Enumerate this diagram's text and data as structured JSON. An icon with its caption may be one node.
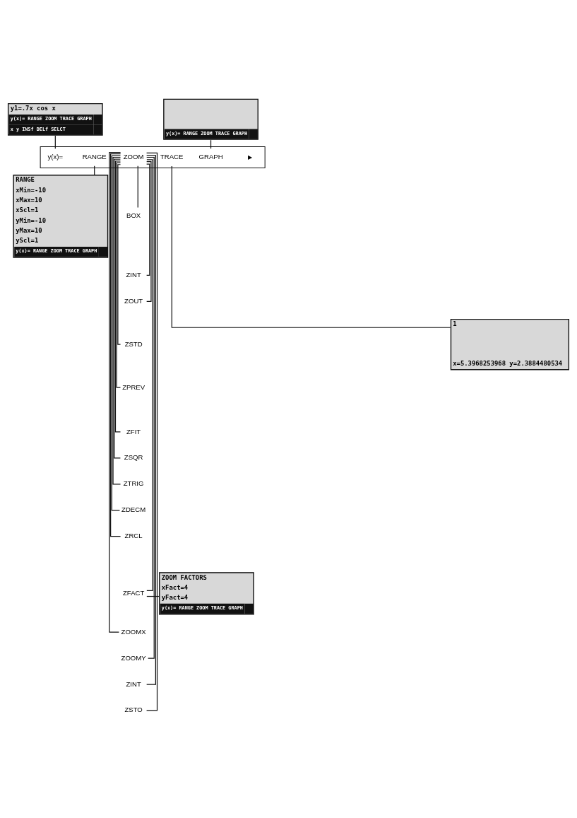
{
  "diagram": {
    "nodes": [
      {
        "text": [
          "y(x)= RANGE ZOOM TRACE GRAPH"
        ]
      },
      {
        "text": [
          "y1=.7x cos x",
          "y(x)= RANGE ZOOM TRACE GRAPH",
          "x y INSf DELf SELCT"
        ]
      },
      {
        "text": [],
        "shape": "box"
      },
      {
        "text": [
          "y(x)="
        ],
        "in": 2
      },
      {
        "text": [
          "RANGE"
        ],
        "in": 2
      },
      {
        "text": [
          "ZOOM"
        ],
        "in": 2
      },
      {
        "text": [
          "TRACE"
        ],
        "in": 2
      },
      {
        "text": [
          "GRAPH"
        ],
        "in": 2
      },
      {
        "text": [
          "BOX"
        ]
      },
      {
        "text": [
          "ZINT"
        ]
      },
      {
        "text": [
          "ZOUT"
        ]
      },
      {
        "text": [
          "ZSTD"
        ]
      },
      {
        "text": [
          "ZPREV"
        ]
      },
      {
        "text": [
          "ZFIT"
        ]
      },
      {
        "text": [
          "ZSQR"
        ]
      },
      {
        "text": [
          "ZTRIG"
        ]
      },
      {
        "text": [
          "ZDECM"
        ]
      },
      {
        "text": [
          "ZRCL"
        ]
      },
      {
        "text": [
          "ZFACT"
        ]
      },
      {
        "text": [
          "ZOOMX"
        ]
      },
      {
        "text": [
          "ZOOMY"
        ]
      },
      {
        "text": [
          "ZINT"
        ]
      },
      {
        "text": [
          "ZSTO"
        ]
      },
      {
        "text": [
          "1",
          "x=5.3968253968 y=2.3884480534"
        ]
      },
      {
        "text": [
          "RANGE",
          "xMin=-10",
          "xMax=10",
          "xScl=1",
          "yMin=-10",
          "yMax=10",
          "yScl=1",
          "y(x)= RANGE ZOOM TRACE GRAPH"
        ]
      },
      {
        "text": [
          "ZOOM FACTORS",
          "xFact=4",
          "yFact=4",
          "y(x)= RANGE ZOOM TRACE GRAPH"
        ]
      }
    ],
    "edges": [
      {
        "from": 0,
        "to": 7,
        "arrow": "none"
      },
      {
        "from": 1,
        "to": 3,
        "arrow": "none"
      },
      {
        "from": 4,
        "to": 24,
        "arrow": "none"
      },
      {
        "from": 5,
        "to": 8,
        "arrow": "none"
      },
      {
        "from": 5,
        "to": 9,
        "arrow": "none"
      },
      {
        "from": 5,
        "to": 10,
        "arrow": "none"
      },
      {
        "from": 5,
        "to": 11,
        "arrow": "none"
      },
      {
        "from": 5,
        "to": 12,
        "arrow": "none"
      },
      {
        "from": 5,
        "to": 13,
        "arrow": "none"
      },
      {
        "from": 5,
        "to": 14,
        "arrow": "none"
      },
      {
        "from": 5,
        "to": 15,
        "arrow": "none"
      },
      {
        "from": 5,
        "to": 16,
        "arrow": "none"
      },
      {
        "from": 5,
        "to": 17,
        "arrow": "none"
      },
      {
        "from": 5,
        "to": 18,
        "arrow": "none"
      },
      {
        "from": 5,
        "to": 19,
        "arrow": "none"
      },
      {
        "from": 5,
        "to": 20,
        "arrow": "none"
      },
      {
        "from": 5,
        "to": 21,
        "arrow": "none"
      },
      {
        "from": 5,
        "to": 22,
        "arrow": "none"
      },
      {
        "from": 6,
        "to": 23,
        "arrow": "none"
      },
      {
        "from": 18,
        "to": 25,
        "arrow": "none"
      }
    ],
    "labels": [
      "▶"
    ]
  }
}
